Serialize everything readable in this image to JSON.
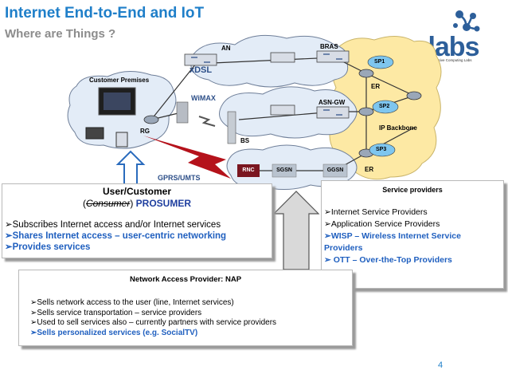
{
  "slide": {
    "title": "Internet End-to-End and IoT",
    "subtitle": "Where are Things ?",
    "page_number": "4"
  },
  "logo": {
    "text": "opelabs",
    "tagline": "Cognitive and Pervasive Computing Labs"
  },
  "diagram": {
    "labels": {
      "customer_premises": "Customer Premises",
      "xdsl": "xDSL",
      "an": "AN",
      "wimax": "WiMAX",
      "rg": "RG",
      "bs": "BS",
      "gprs_umts": "GPRS/UMTS",
      "rnc": "RNC",
      "sgsn": "SGSN",
      "ggsn": "GGSN",
      "bras": "BRAS",
      "asn_gw": "ASN-GW",
      "sp1": "SP1",
      "sp2": "SP2",
      "sp3": "SP3",
      "er_top": "ER",
      "er_bottom": "ER",
      "ip_backbone": "IP Backbone"
    }
  },
  "user_box": {
    "title": "User/Customer",
    "sub_open": "(",
    "sub_consumer": "Consumer",
    "sub_close": ") ",
    "sub_prosumer": "PROSUMER",
    "items": [
      "Subscribes Internet access and/or Internet services",
      "Shares Internet access – user-centric networking",
      "Provides services"
    ]
  },
  "sp_box": {
    "title": "Service providers",
    "items": [
      "Internet Service Providers",
      "Application Service Providers",
      "WISP – Wireless Internet Service Providers",
      "OTT – Over-the-Top Providers"
    ]
  },
  "nap_box": {
    "title": "Network Access Provider: NAP",
    "items": [
      "Sells network access  to the user (line,  Internet services)",
      "Sells service transportation – service providers",
      "Used to sell services also – currently partners with service providers",
      "Sells personalized services (e.g. SocialTV)"
    ]
  },
  "colors": {
    "title": "#1f7fc9",
    "subtitle": "#8c8c8c",
    "cloud": "#e3ecf7",
    "cloud_stroke": "#6f7f99",
    "sp_region": "#fde9a4",
    "emphasis": "#1f5fbf"
  }
}
